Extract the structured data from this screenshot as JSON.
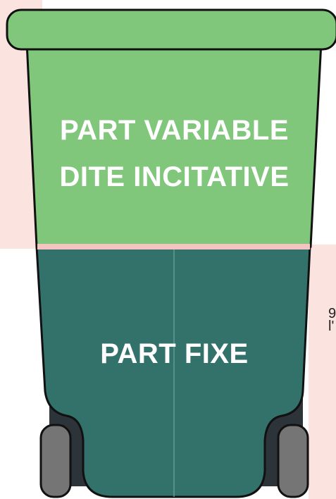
{
  "colors": {
    "lid": "#80c67b",
    "top_part": "#80c67b",
    "bottom_part": "#33716b",
    "divider": "#f4c4c0",
    "wheels": "#757575",
    "axle": "#2c3339",
    "background_accent": "#fbe4e0"
  },
  "labels": {
    "variable_line1": "PART VARIABLE",
    "variable_line2": "DITE INCITATIVE",
    "fixed": "PART FIXE"
  },
  "side_text": {
    "line1": "9",
    "line2": "l'"
  }
}
